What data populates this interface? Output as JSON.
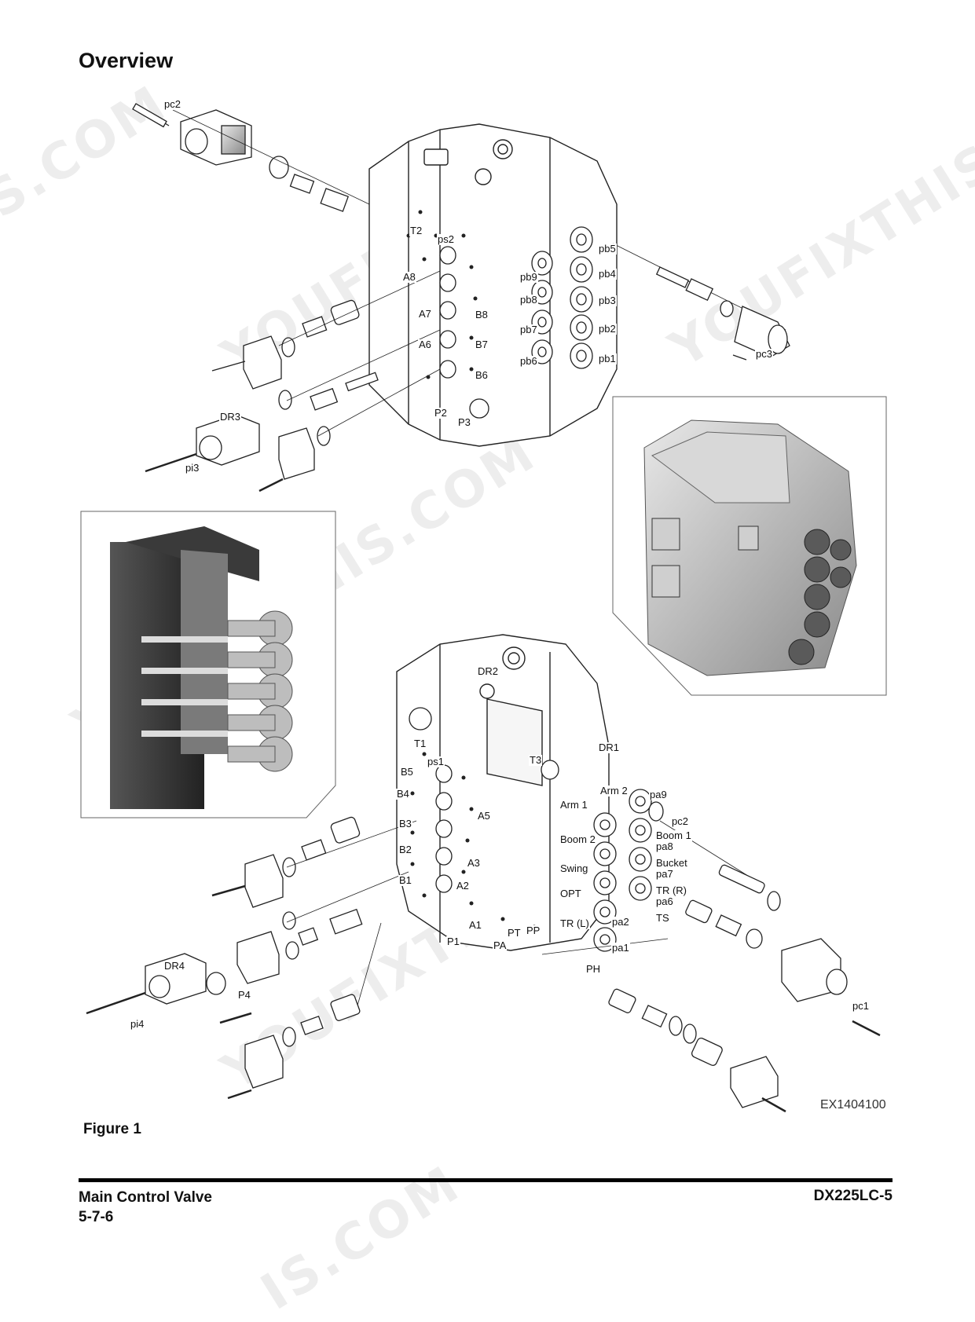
{
  "page": {
    "heading": "Overview",
    "figure_caption": "Figure 1",
    "figure_id": "EX1404100",
    "footer_title": "Main Control Valve",
    "footer_page": "5-7-6",
    "footer_model": "DX225LC-5"
  },
  "watermarks": [
    "S.COM",
    "YOUFIXTHIS",
    "YOUFIXTHIS",
    "YOUFIXTHIS.COM",
    "YOUFIXTHIS",
    "IS.COM"
  ],
  "labels_top": [
    "pc2",
    "T2",
    "ps2",
    "A8",
    "A7",
    "A6",
    "B8",
    "B7",
    "B6",
    "pb9",
    "pb8",
    "pb7",
    "pb6",
    "pb5",
    "pb4",
    "pb3",
    "pb2",
    "pb1",
    "pc3",
    "DR3",
    "pi3",
    "P2",
    "P3"
  ],
  "labels_bottom": [
    "DR2",
    "DR1",
    "T1",
    "ps1",
    "T3",
    "B5",
    "B4",
    "B3",
    "B2",
    "B1",
    "A5",
    "A3",
    "A2",
    "A1",
    "P1",
    "PA",
    "PT",
    "PP",
    "PH",
    "Arm 2",
    "pa9",
    "Arm 1",
    "pc2",
    "Boom 1",
    "pa8",
    "Boom 2",
    "Bucket",
    "pa7",
    "Swing",
    "TR (R)",
    "pa6",
    "OPT",
    "TS",
    "TR (L)",
    "pa2",
    "pa1",
    "DR4",
    "P4",
    "pi4",
    "pc1"
  ]
}
